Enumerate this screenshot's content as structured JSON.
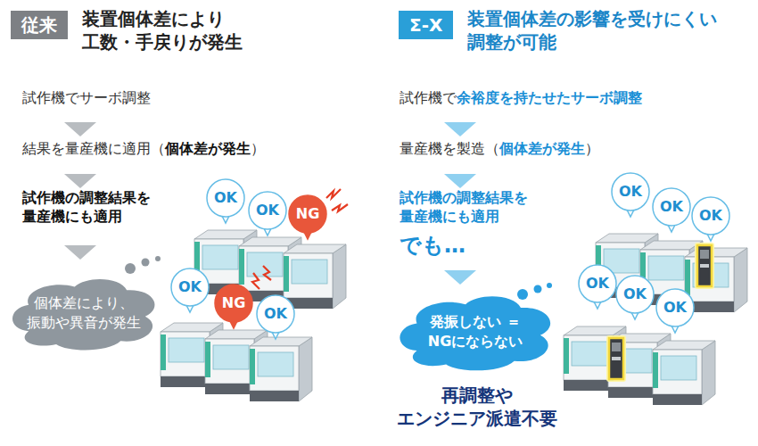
{
  "diagram": {
    "nodes": [
      {
        "text": [
          "従来",
          "装置個体差により 工数・手戻りが発生"
        ]
      },
      {
        "text": [
          "Σ-X",
          "装置個体差の影響を受けにくい 調整が可能"
        ]
      },
      {
        "text": [
          "個体差により、 振動や異音が発生"
        ]
      },
      {
        "text": [
          "OK"
        ]
      },
      {
        "text": [
          "OK"
        ]
      },
      {
        "text": [
          "NG"
        ]
      },
      {
        "text": [
          "OK"
        ]
      },
      {
        "text": [
          "NG"
        ]
      },
      {
        "text": [
          "OK"
        ]
      },
      {
        "text": [
          "発振しない ＝NGにならない"
        ]
      },
      {
        "text": [
          "OK"
        ]
      },
      {
        "text": [
          "OK"
        ]
      },
      {
        "text": [
          "OK"
        ]
      },
      {
        "text": [
          "OK"
        ]
      },
      {
        "text": [
          "OK"
        ]
      },
      {
        "text": [
          "OK"
        ]
      }
    ],
    "labels": [
      "試作機でサーボ調整",
      "結果を量産機に適用（",
      "個体差が発生",
      "）",
      "試作機の調整結果を 量産機にも適用",
      "試作機で",
      "余裕度を持たせたサーボ調整",
      "量産機を製造（",
      "個体差が発生",
      "）",
      "試作機の調整結果を 量産機にも適用",
      "でも…",
      "再調整や エンジニア派遣不要"
    ]
  }
}
